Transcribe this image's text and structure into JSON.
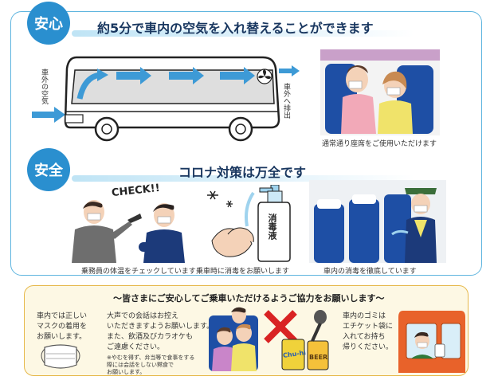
{
  "anshin": {
    "badge": "安心",
    "headline": "約5分で車内の空気を入れ替えることができます",
    "air_in_label": "車外の空気",
    "air_out_label": "車外へ排出",
    "seat_caption": "通常通り座席をご使用いただけます"
  },
  "anzen": {
    "badge": "安全",
    "headline": "コロナ対策は万全です",
    "check_text": "CHECK!!",
    "sanitizer_label": "消毒液",
    "captions": [
      "乗務員の体温をチェックしています",
      "乗車時に消毒をお願いします",
      "車内の消毒を徹底しています"
    ]
  },
  "cooperation": {
    "title": "～皆さまにご安心してご乗車いただけるようご協力をお願いします～",
    "mask_note": "車内では正しい\nマスクの着用を\nお願いします。",
    "talk_note": "大声での会話はお控え\nいただきますようお願いします。\nまた、飲酒及びカラオケも\nご遠慮ください。",
    "talk_footnote": "※やむを得ず、弁当等で食事をする\n際には会話をしない黙食で\nお願いします。",
    "trash_note": "車内のゴミは\nエチケット袋に\n入れてお持ち\n帰りください。",
    "can_label": "Chu-hi",
    "beer_label": "BEER"
  },
  "colors": {
    "accent_blue": "#2a8fcf",
    "panel_border": "#5fb5df",
    "bottom_border": "#e6b84a",
    "bottom_bg": "#fdf8e4",
    "bus_orange": "#e8622a"
  }
}
